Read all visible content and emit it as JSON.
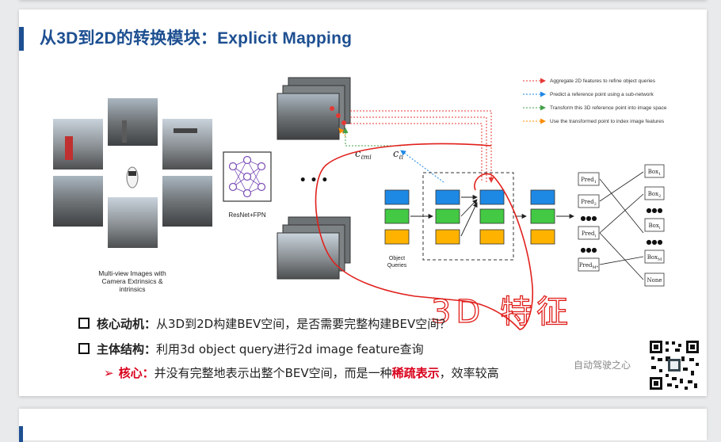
{
  "title": "从3D到2D的转换模块：Explicit Mapping",
  "figure": {
    "multiview_caption": [
      "Multi-view Images with",
      "Camera Extrinsics &",
      "intrinsics"
    ],
    "backbone_label": "ResNet+FPN",
    "ellipsis": "• • •",
    "feat_label_1": "c",
    "feat_sub_1": "ℓmi",
    "feat_label_2": "c",
    "feat_sub_2": "ℓi",
    "queries_label_1": "Object",
    "queries_label_2": "Queries",
    "legend": [
      {
        "text": "Aggregate 2D features to refine object queries",
        "color": "#e53935"
      },
      {
        "text": "Predict a reference point using a sub-network",
        "color": "#1e88e5"
      },
      {
        "text": "Transform this 3D reference point into image space",
        "color": "#43a047"
      },
      {
        "text": "Use the transformed point to index image features",
        "color": "#fb8c00"
      }
    ],
    "preds": [
      "Pred",
      "Pred",
      "Pred",
      "Pred"
    ],
    "pred_subs": [
      "1",
      "2",
      "i",
      "M*"
    ],
    "boxes": [
      "Box",
      "Box",
      "Box",
      "Box"
    ],
    "box_subs": [
      "1",
      "2",
      "i",
      "M"
    ],
    "none_label": "None",
    "dots": "●●●",
    "handwriting": "3D 特征"
  },
  "bullets": {
    "b1_key": "核心动机：",
    "b1_text": "从3D到2D构建BEV空间，是否需要完整构建BEV空间？",
    "b2_key": "主体结构：",
    "b2_text": "利用3d object query进行2d image feature查询",
    "b3_key": "核心：",
    "b3_text_a": "并没有完整地表示出整个BEV空间，而是一种",
    "b3_highlight": "稀疏表示",
    "b3_text_b": "，效率较高"
  },
  "watermark": "自动驾驶之心",
  "colors": {
    "accent": "#1d4f91",
    "highlight": "#d9001b",
    "q_blue": "#1e88e5",
    "q_green": "#43c943",
    "q_orange": "#ffb300"
  }
}
